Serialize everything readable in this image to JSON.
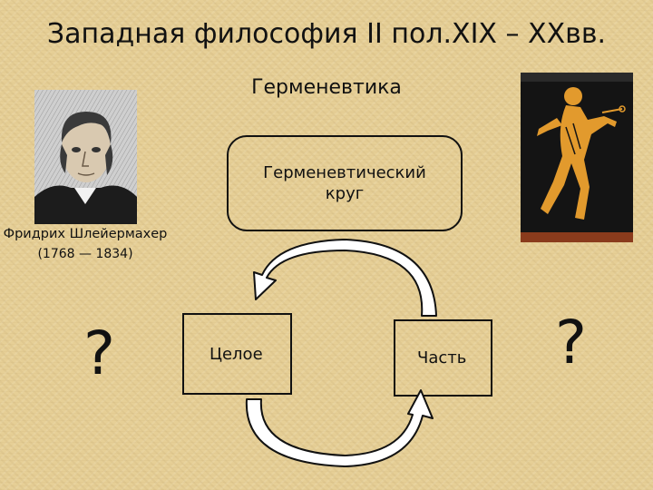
{
  "slide": {
    "title": "Западная философия II пол.XIX – XXвв.",
    "subtitle": "Герменевтика"
  },
  "person": {
    "name": "Фридрих Шлейермахер",
    "years": "(1768 — 1834)"
  },
  "diagram": {
    "center": "Герменевтический круг",
    "left_node": "Целое",
    "right_node": "Часть"
  },
  "marks": {
    "left": "?",
    "right": "?"
  }
}
